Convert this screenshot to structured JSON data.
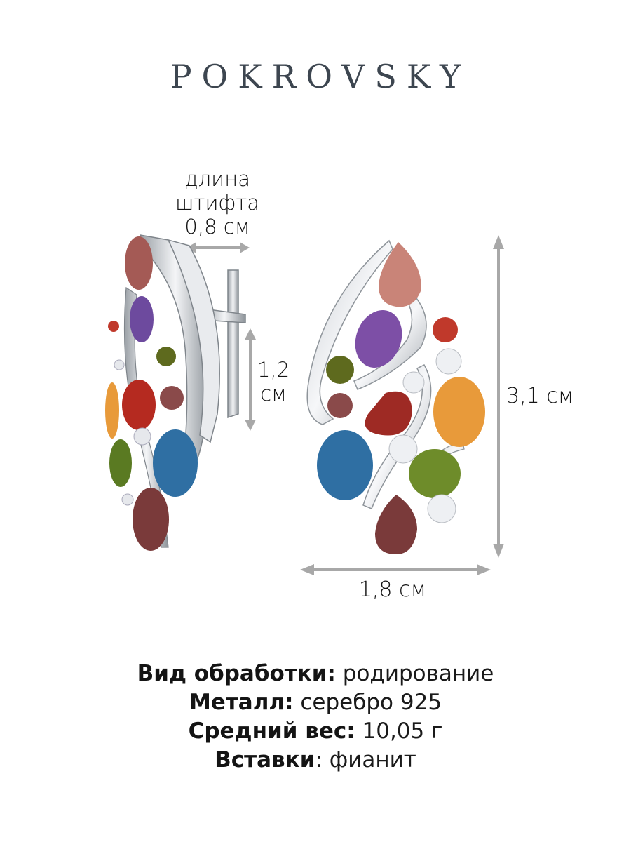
{
  "brand": {
    "name": "POKROVSKY",
    "color": "#3d4650"
  },
  "dimensions": {
    "pin_length": {
      "line1": "длина",
      "line2": "штифта",
      "line3": "0,8 см"
    },
    "clasp_height": {
      "line1": "1,2",
      "line2": "см"
    },
    "total_height": {
      "label": "3,1 см"
    },
    "total_width": {
      "label": "1,8 см"
    },
    "arrow_color": "#a8a8a8"
  },
  "product_image": {
    "description": "Silver earrings with multicolored cubic zirconia stones (side view and front view)",
    "stone_colors": [
      "#b5706a",
      "#7d4fa6",
      "#c0392b",
      "#6b7a1e",
      "#8a4a4a",
      "#2f6fa3",
      "#e89a3a",
      "#6e8c2a",
      "#7a3a3a",
      "#e6e8ec"
    ],
    "metal_color": "#d9dce0"
  },
  "specs": [
    {
      "key": "Вид обработки:",
      "value": " родирование"
    },
    {
      "key": "Металл:",
      "value": " серебро 925"
    },
    {
      "key": "Средний вес:",
      "value": " 10,05 г"
    },
    {
      "key": "Вставки",
      "value": ": фианит"
    }
  ]
}
